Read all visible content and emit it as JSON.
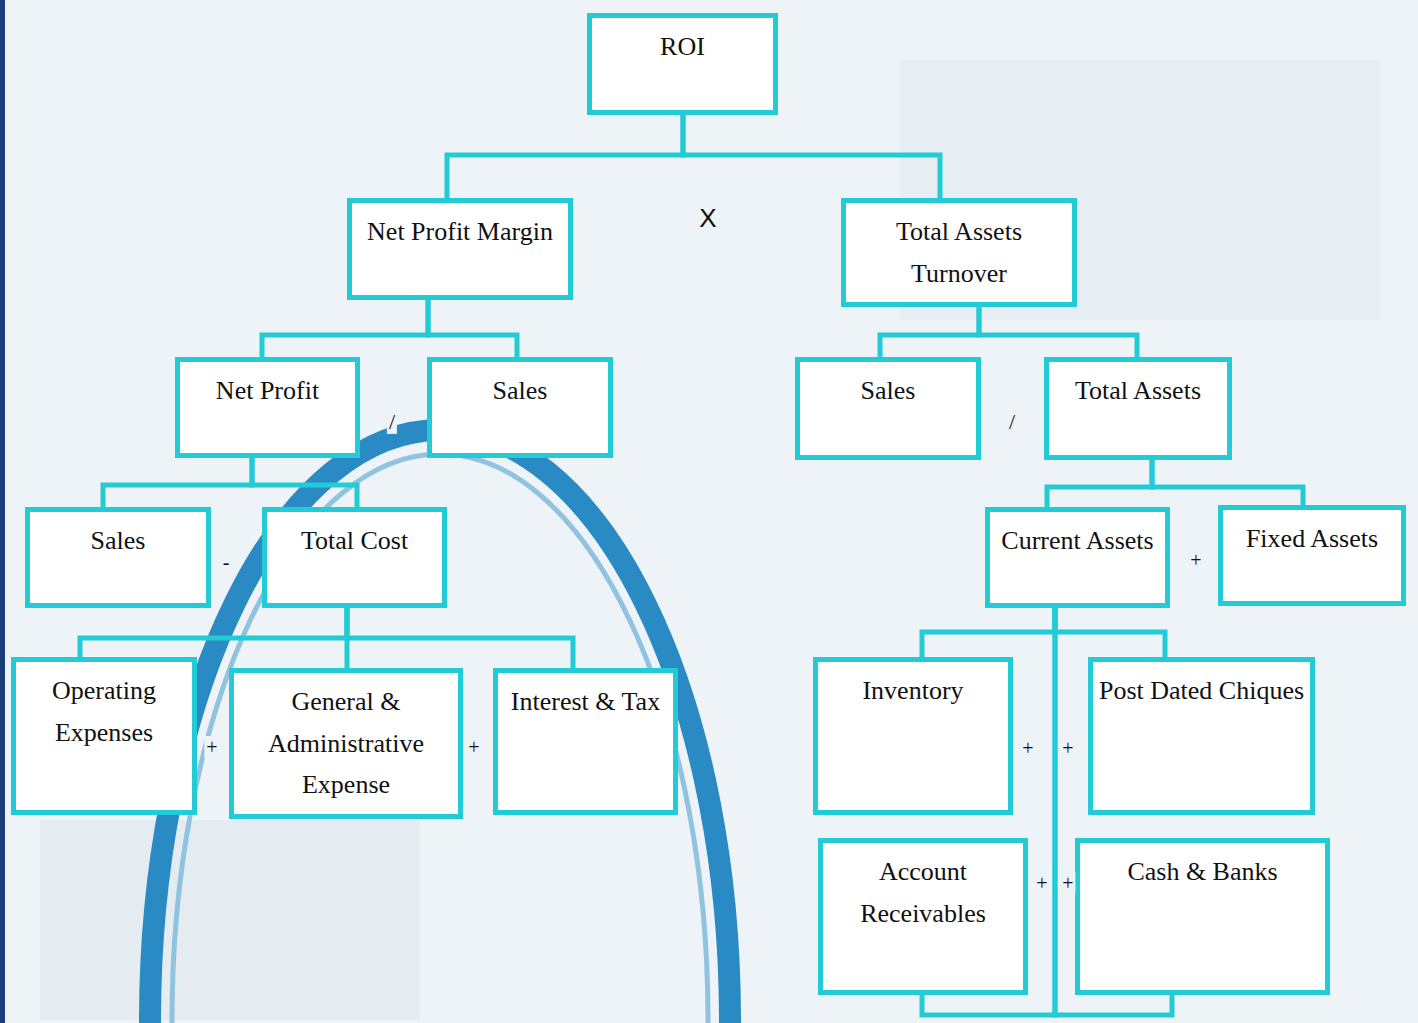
{
  "diagram": {
    "nodes": [
      {
        "text": [
          "ROI"
        ]
      },
      {
        "text": [
          "Net Profit Margin"
        ]
      },
      {
        "text": [
          "Total Assets Turnover"
        ]
      },
      {
        "text": [
          "Net Profit"
        ]
      },
      {
        "text": [
          "Sales"
        ]
      },
      {
        "text": [
          "Sales"
        ]
      },
      {
        "text": [
          "Total Assets"
        ]
      },
      {
        "text": [
          "Sales"
        ]
      },
      {
        "text": [
          "Total Cost"
        ]
      },
      {
        "text": [
          "Current Assets"
        ]
      },
      {
        "text": [
          "Fixed Assets"
        ]
      },
      {
        "text": [
          "Operating Expenses"
        ]
      },
      {
        "text": [
          "General & Administrative Expense"
        ]
      },
      {
        "text": [
          "Interest & Tax"
        ]
      },
      {
        "text": [
          "Inventory"
        ]
      },
      {
        "text": [
          "Post Dated Chiques"
        ]
      },
      {
        "text": [
          "Account Receivables"
        ]
      },
      {
        "text": [
          "Cash & Banks"
        ]
      }
    ],
    "edges": [
      {
        "from": 0,
        "to": 1,
        "arrow": "none"
      },
      {
        "from": 0,
        "to": 2,
        "arrow": "none"
      },
      {
        "from": 1,
        "to": 3,
        "arrow": "none"
      },
      {
        "from": 1,
        "to": 4,
        "arrow": "none"
      },
      {
        "from": 2,
        "to": 5,
        "arrow": "none"
      },
      {
        "from": 2,
        "to": 6,
        "arrow": "none"
      },
      {
        "from": 3,
        "to": 7,
        "arrow": "none"
      },
      {
        "from": 3,
        "to": 8,
        "arrow": "none"
      },
      {
        "from": 6,
        "to": 9,
        "arrow": "none"
      },
      {
        "from": 6,
        "to": 10,
        "arrow": "none"
      },
      {
        "from": 8,
        "to": 11,
        "arrow": "none"
      },
      {
        "from": 8,
        "to": 12,
        "arrow": "none"
      },
      {
        "from": 8,
        "to": 13,
        "arrow": "none"
      },
      {
        "from": 9,
        "to": 14,
        "arrow": "none"
      },
      {
        "from": 9,
        "to": 15,
        "arrow": "none"
      },
      {
        "from": 9,
        "to": 16,
        "arrow": "none"
      },
      {
        "from": 9,
        "to": 17,
        "arrow": "none"
      }
    ],
    "labels": [
      "X",
      "/",
      "/",
      "-",
      "+",
      "+",
      "+",
      "+",
      "+",
      "+",
      "+"
    ]
  }
}
